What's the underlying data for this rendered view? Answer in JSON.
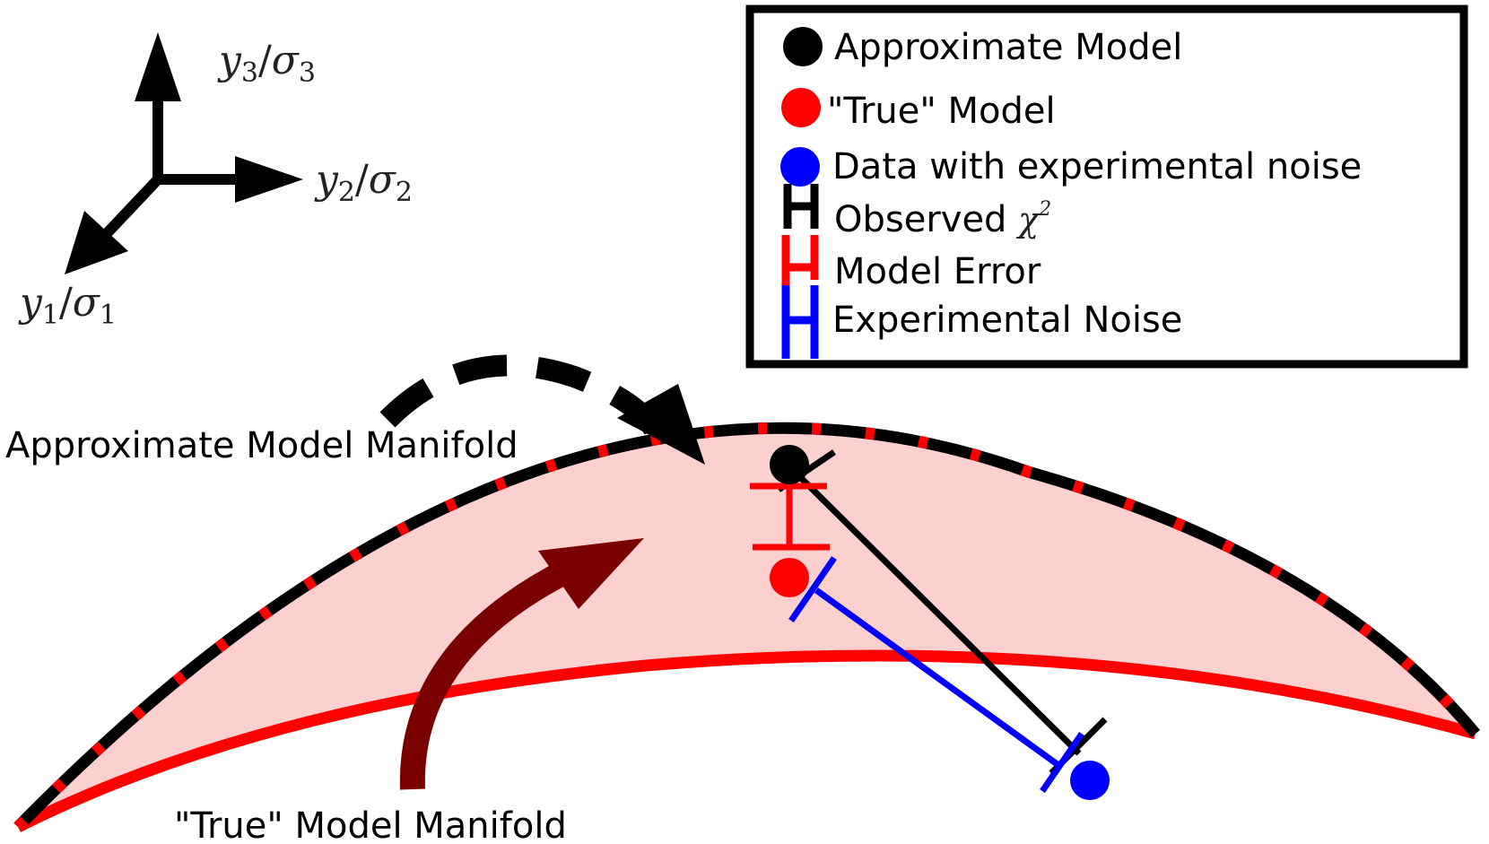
{
  "axes": {
    "y3": {
      "var": "y",
      "sub": "3",
      "den": "σ",
      "densub": "3"
    },
    "y2": {
      "var": "y",
      "sub": "2",
      "den": "σ",
      "densub": "2"
    },
    "y1": {
      "var": "y",
      "sub": "1",
      "den": "σ",
      "densub": "1"
    }
  },
  "legend": {
    "approx": "Approximate Model",
    "true": "\"True\" Model",
    "data": "Data with experimental noise",
    "observed": "Observed",
    "chi": "χ",
    "chi_sup": "2",
    "model_error": "Model Error",
    "noise": "Experimental Noise"
  },
  "labels": {
    "approx_manifold": "Approximate Model Manifold",
    "true_manifold": "\"True\" Model Manifold"
  },
  "colors": {
    "black": "#000000",
    "red": "#ff0000",
    "blue": "#0000ff",
    "fill": "#fdd0d0",
    "dark_red": "#7a0000"
  }
}
